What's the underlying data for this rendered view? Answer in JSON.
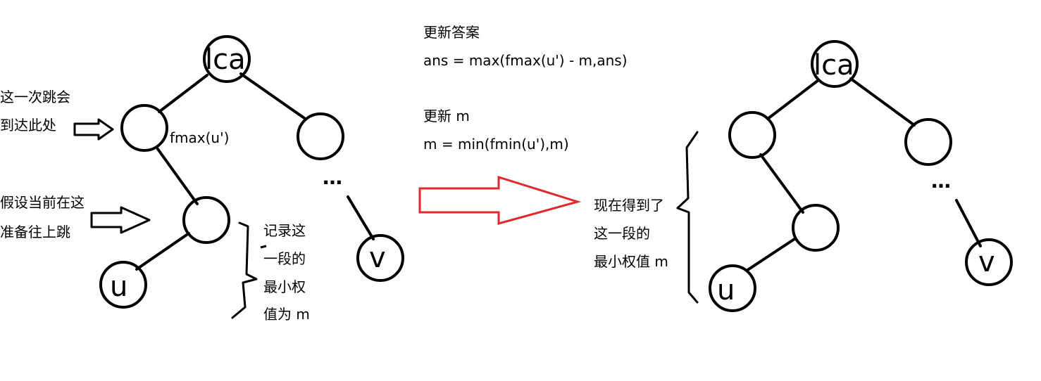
{
  "colors": {
    "ink": "#000000",
    "arrow_red": "#e0282e",
    "background": "#ffffff"
  },
  "left_tree": {
    "lca_label": "lca",
    "u_label": "u",
    "v_label": "v",
    "ellipsis": "…",
    "fmax_label": "fmax(u')",
    "jump_arrive_note": [
      "这一次跳会",
      "到达此处"
    ],
    "assume_here_note": [
      "假设当前在这",
      "准备往上跳"
    ],
    "record_min_note": [
      "记录这",
      "一段的",
      "最小权",
      "值为 m"
    ]
  },
  "middle": {
    "update_answer_title": "更新答案",
    "update_answer_formula": "ans = max(fmax(u') - m,ans)",
    "update_m_title": "更新 m",
    "update_m_formula": "m = min(fmin(u'),m)"
  },
  "right_tree": {
    "lca_label": "lca",
    "u_label": "u",
    "v_label": "v",
    "ellipsis": "…",
    "now_min_note": [
      "现在得到了",
      "这一段的",
      "最小权值 m"
    ]
  }
}
